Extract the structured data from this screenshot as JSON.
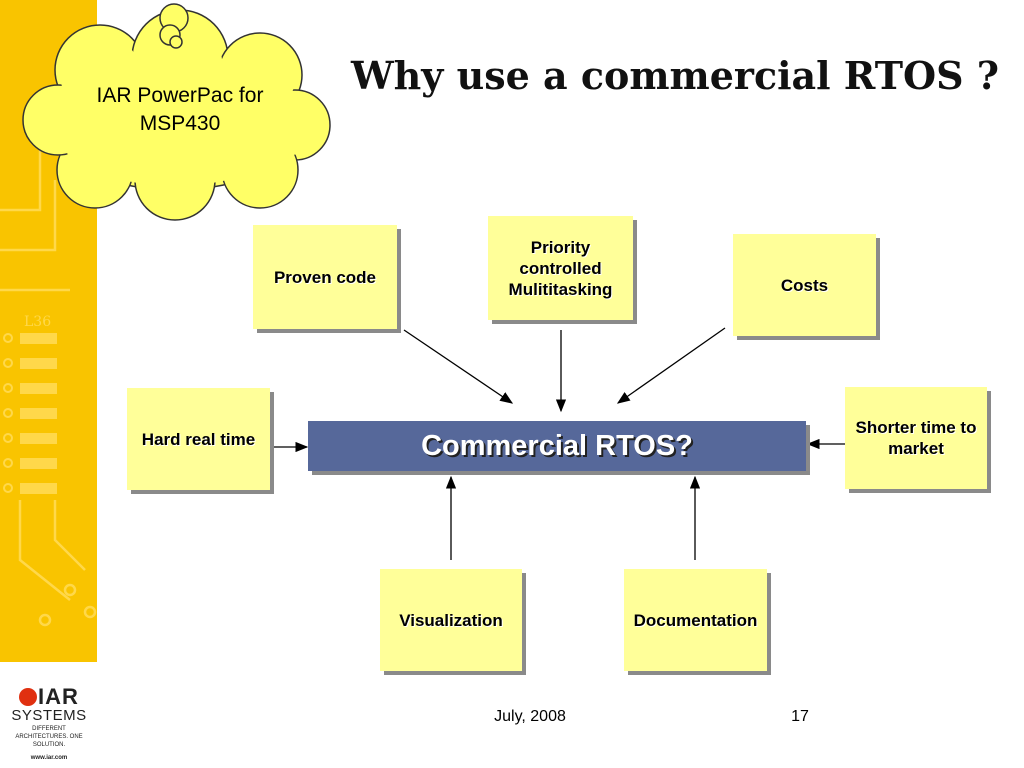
{
  "slide": {
    "title": "Why use a commercial RTOS ?",
    "cloud_text": "IAR PowerPac for MSP430",
    "center_label": "Commercial RTOS?",
    "boxes": {
      "proven_code": "Proven code",
      "priority": "Priority controlled Mulititasking",
      "costs": "Costs",
      "hard_real_time": "Hard real time",
      "shorter_time": "Shorter time to market",
      "visualization": "Visualization",
      "documentation": "Documentation"
    },
    "footer": {
      "date": "July, 2008",
      "page": "17"
    }
  },
  "sidebar": {
    "chip_label": "L36"
  },
  "logo": {
    "iar": "IAR",
    "systems": "SYSTEMS",
    "tagline": "DIFFERENT ARCHITECTURES. ONE SOLUTION.",
    "url": "www.iar.com"
  },
  "colors": {
    "sidebar": "#f9c400",
    "sticky": "#ffff99",
    "center_box": "#56689a",
    "cloud_fill": "#ffff66"
  }
}
